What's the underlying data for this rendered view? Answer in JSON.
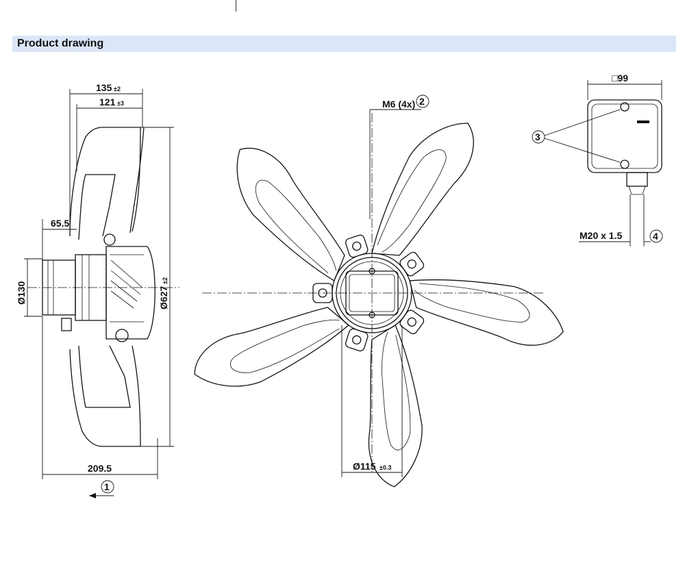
{
  "section_title": "Product drawing",
  "dimensions": {
    "side_width_total": "135",
    "side_width_total_tol": "±2",
    "side_width_inner": "121",
    "side_width_inner_tol": "±3",
    "motor_offset": "65.5",
    "motor_dia": "Ø130",
    "overall_dia": "Ø627",
    "overall_dia_tol": "±2",
    "depth": "209.5",
    "thread": "M6 (4x)",
    "hub_dia": "Ø115",
    "hub_dia_tol": "±0.3",
    "box_size": "□99",
    "gland": "M20 x 1.5"
  },
  "callouts": [
    "1",
    "2",
    "3",
    "4"
  ]
}
